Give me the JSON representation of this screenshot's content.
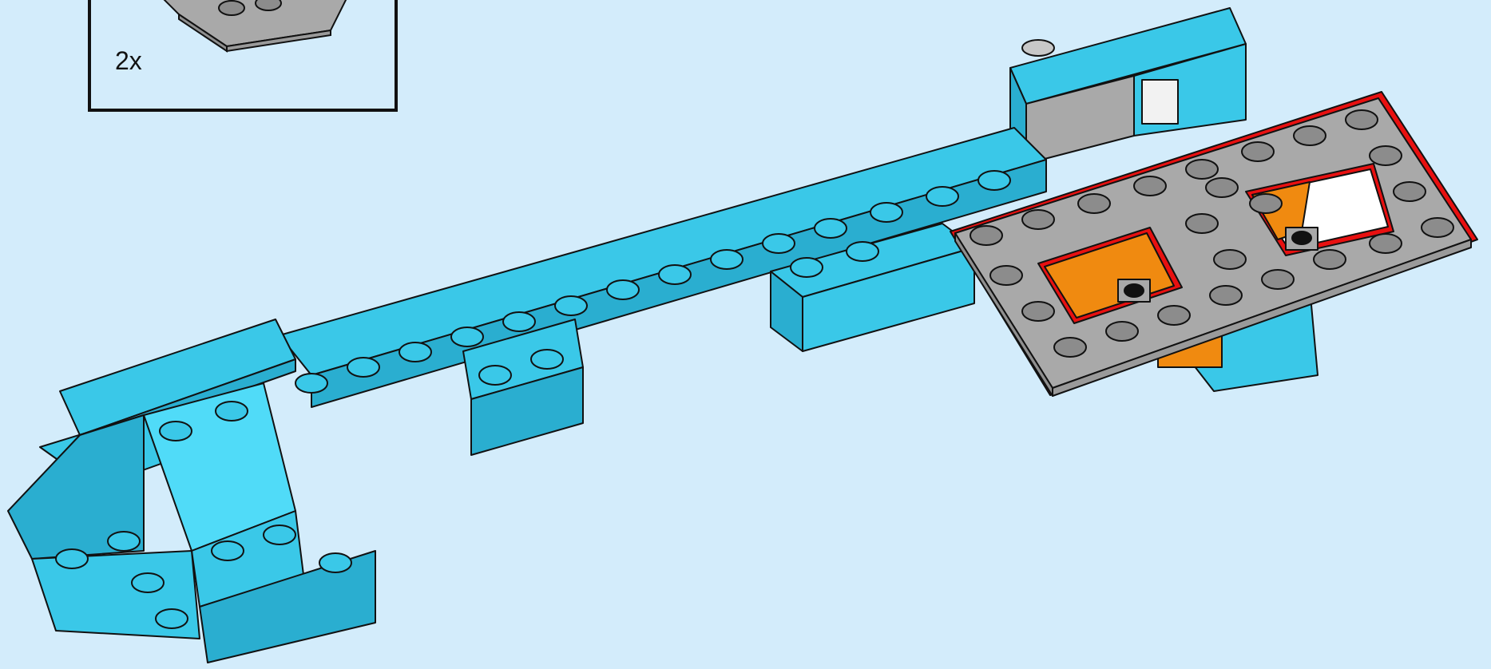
{
  "callout": {
    "quantity": "2x"
  },
  "colors": {
    "background": "#d3ecfb",
    "azure": "#3ac8e8",
    "azure_light": "#50dbf8",
    "azure_dark": "#2aaed0",
    "gray_plate": "#a9a9a9",
    "gray_stud": "#8c8c8c",
    "orange": "#f08a10",
    "highlight_red": "#e81010",
    "outline": "#111111"
  },
  "icons": {
    "callout_part": "gray-plate-icon",
    "highlighted_part": "gray-plate-with-cutouts",
    "base_model": "azure-brick-assembly"
  }
}
